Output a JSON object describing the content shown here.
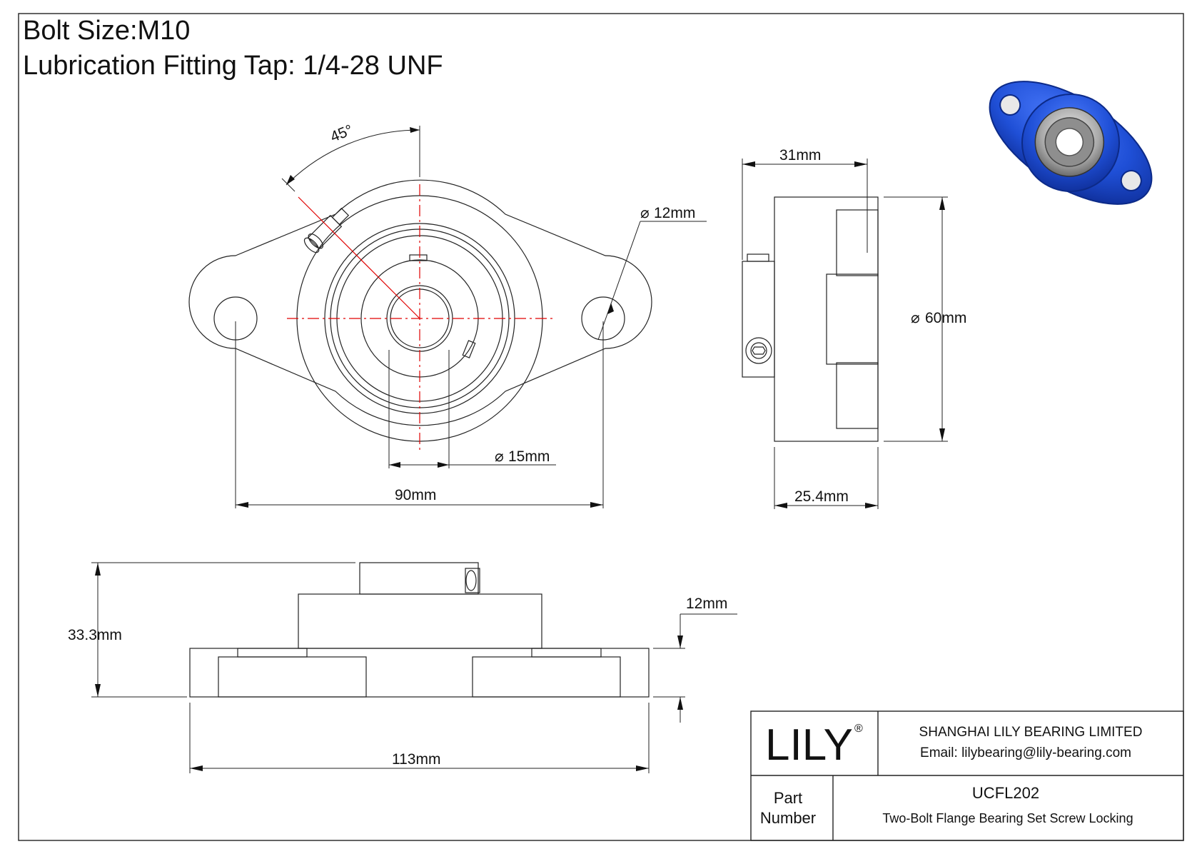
{
  "header": {
    "bolt_size": "Bolt Size:M10",
    "lubrication": "Lubrication Fitting Tap: 1/4-28 UNF"
  },
  "dimensions": {
    "angle": "45°",
    "bolt_hole_dia": "12mm",
    "bore_dia": "15mm",
    "bolt_spacing": "90mm",
    "width": "31mm",
    "housing_dia": "60mm",
    "inner_width": "25.4mm",
    "height": "33.3mm",
    "flange_thickness": "12mm",
    "overall_length": "113mm"
  },
  "title_block": {
    "logo": "LILY",
    "logo_mark": "®",
    "company": "SHANGHAI LILY BEARING LIMITED",
    "email": "Email: lilybearing@lily-bearing.com",
    "part_label_line1": "Part",
    "part_label_line2": "Number",
    "part_number": "UCFL202",
    "description": "Two-Bolt Flange Bearing Set Screw Locking"
  },
  "colors": {
    "centerline": "#e00000",
    "housing_blue": "#1f4fd6",
    "line": "#222222"
  }
}
